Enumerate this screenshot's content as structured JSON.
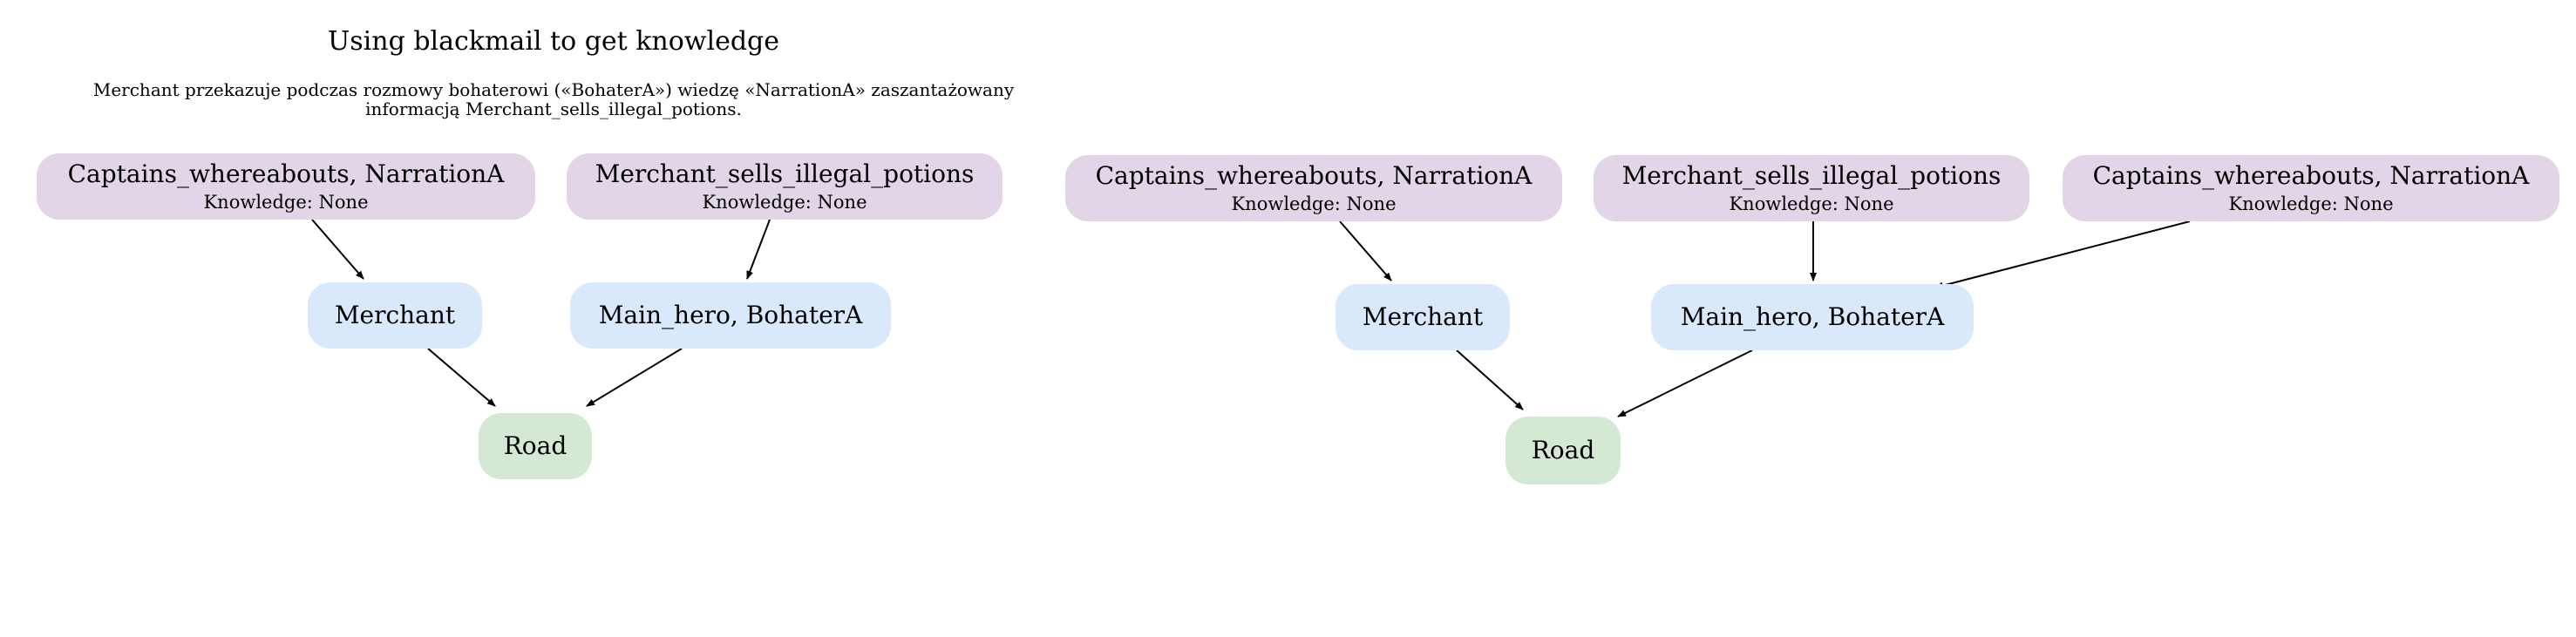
{
  "title": "Using blackmail to get knowledge",
  "description_line1": "Merchant przekazuje podczas rozmowy bohaterowi («BohaterA») wiedzę «NarrationA» zaszantażowany",
  "description_line2": "informacją Merchant_sells_illegal_potions.",
  "colors": {
    "knowledge": "#e1d5e7",
    "character": "#dae8fc",
    "location": "#d5e8d4",
    "edge": "#000000"
  },
  "left_graph": {
    "knowledge_1": {
      "label": "Captains_whereabouts, NarrationA",
      "sub": "Knowledge: None"
    },
    "knowledge_2": {
      "label": "Merchant_sells_illegal_potions",
      "sub": "Knowledge: None"
    },
    "character_1": {
      "label": "Merchant"
    },
    "character_2": {
      "label": "Main_hero, BohaterA"
    },
    "location_1": {
      "label": "Road"
    }
  },
  "right_graph": {
    "knowledge_1": {
      "label": "Captains_whereabouts, NarrationA",
      "sub": "Knowledge: None"
    },
    "knowledge_2": {
      "label": "Merchant_sells_illegal_potions",
      "sub": "Knowledge: None"
    },
    "knowledge_3": {
      "label": "Captains_whereabouts, NarrationA",
      "sub": "Knowledge: None"
    },
    "character_1": {
      "label": "Merchant"
    },
    "character_2": {
      "label": "Main_hero, BohaterA"
    },
    "location_1": {
      "label": "Road"
    }
  }
}
